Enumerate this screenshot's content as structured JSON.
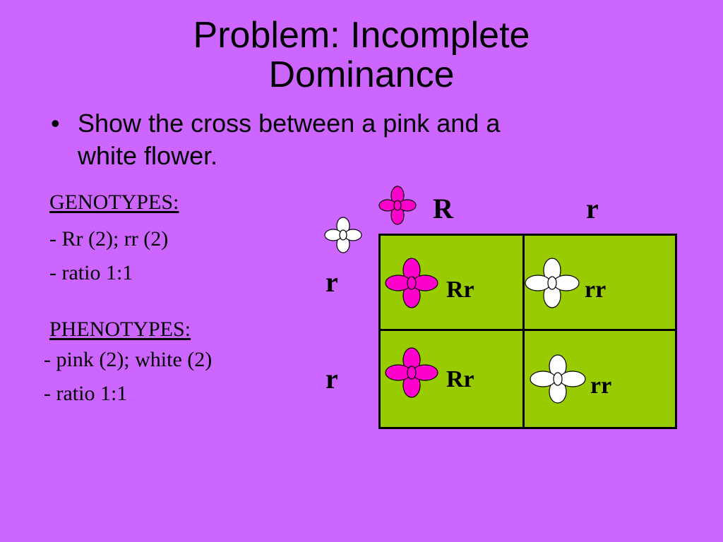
{
  "slide": {
    "background_color": "#cc66ff",
    "title_lines": [
      "Problem: Incomplete",
      "Dominance"
    ],
    "bullet": {
      "marker": "•",
      "lines": [
        "Show the cross between a pink and a",
        "white flower."
      ]
    }
  },
  "genotypes": {
    "heading": "GENOTYPES:",
    "items": [
      "- Rr (2); rr (2)",
      "- ratio  1:1"
    ]
  },
  "phenotypes": {
    "heading": "PHENOTYPES:",
    "items": [
      "- pink (2); white (2)",
      "- ratio  1:1"
    ]
  },
  "punnett": {
    "grid_color": "#99cc00",
    "top_parent_flower": "pink-flower-icon",
    "side_parent_flower": "white-flower-icon",
    "columns": [
      "R",
      "r"
    ],
    "rows": [
      "r",
      "r"
    ],
    "cells": [
      [
        {
          "label": "Rr",
          "flower": "pink-flower-icon"
        },
        {
          "label": "rr",
          "flower": "white-flower-icon"
        }
      ],
      [
        {
          "label": "Rr",
          "flower": "pink-flower-icon"
        },
        {
          "label": "rr",
          "flower": "white-flower-icon"
        }
      ]
    ]
  },
  "colors": {
    "pink_flower": "#ff00cc",
    "white_flower": "#ffffff",
    "outline": "#000000"
  }
}
